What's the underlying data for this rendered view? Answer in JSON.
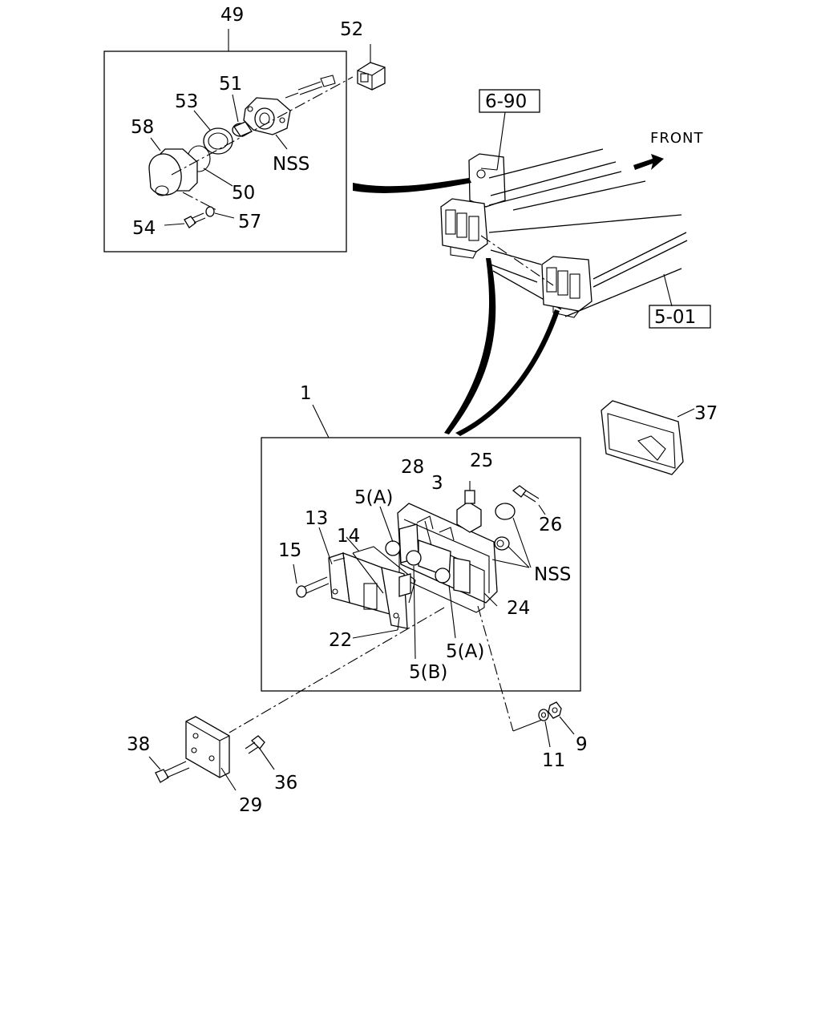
{
  "diagram": {
    "direction_label": "FRONT",
    "ref_boxes": {
      "ref_6_90": "6-90",
      "ref_5_01": "5-01"
    },
    "callouts": {
      "c49": "49",
      "c52": "52",
      "c51": "51",
      "c53": "53",
      "c58": "58",
      "c50": "50",
      "c54": "54",
      "c57": "57",
      "nss_top": "NSS",
      "c1": "1",
      "c37": "37",
      "c25": "25",
      "c28": "28",
      "c3": "3",
      "c5a_top": "5(A)",
      "c13": "13",
      "c14": "14",
      "c15": "15",
      "c26": "26",
      "nss_mid": "NSS",
      "c24": "24",
      "c22": "22",
      "c5a_bot": "5(A)",
      "c5b": "5(B)",
      "c38": "38",
      "c36": "36",
      "c29": "29",
      "c11": "11",
      "c9": "9"
    }
  }
}
